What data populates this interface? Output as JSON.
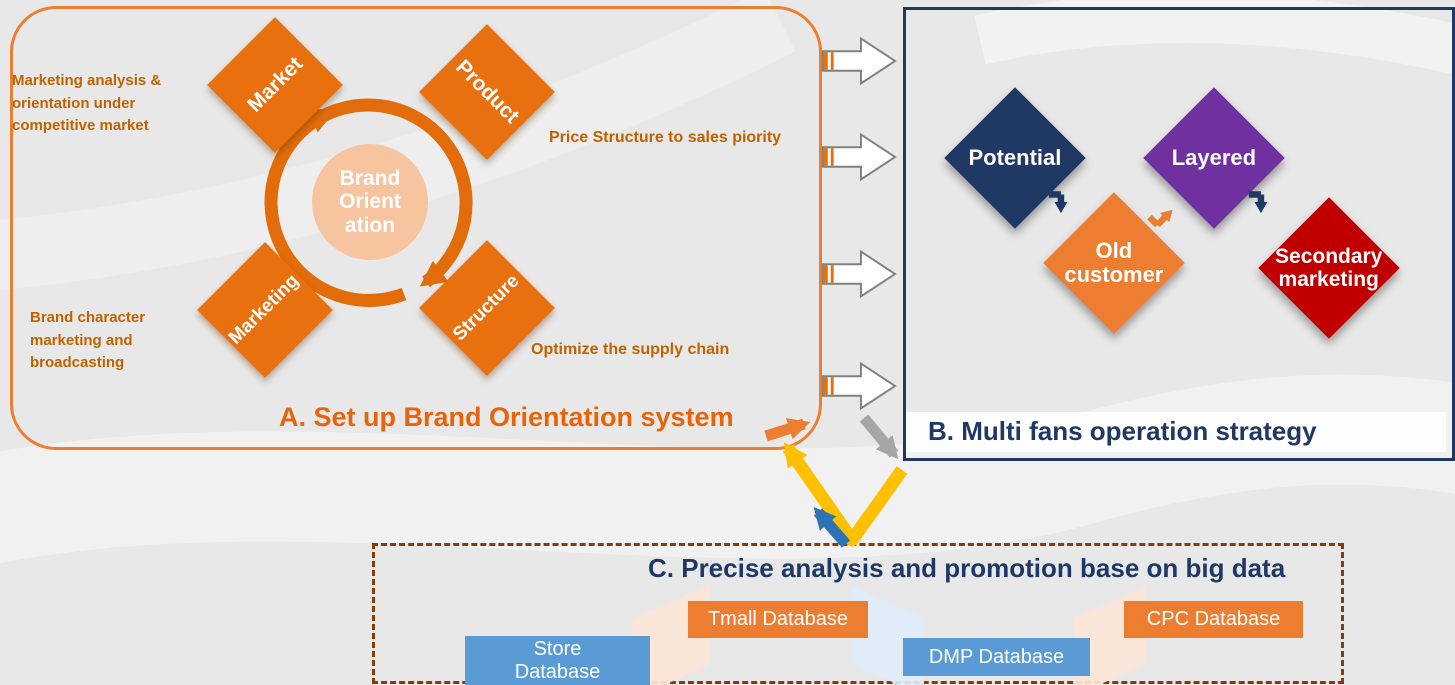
{
  "slide": {
    "section_a": {
      "title": "A. Set up Brand Orientation system",
      "center_circle": {
        "lines": [
          "Brand",
          "Orient",
          "ation"
        ]
      },
      "diamonds": [
        {
          "label": "Market"
        },
        {
          "label": "Product"
        },
        {
          "label": "Marketing"
        },
        {
          "label": "Structure"
        }
      ],
      "annotations": [
        "Marketing analysis & orientation under competitive market",
        "Price Structure to sales piority",
        "Brand character marketing and broadcasting",
        "Optimize the supply chain"
      ]
    },
    "section_b": {
      "title": "B. Multi fans operation strategy",
      "diamonds": [
        {
          "label": "Potential",
          "color": "#203864"
        },
        {
          "label": "Layered",
          "color": "#7030A0"
        },
        {
          "label": "Old customer",
          "color": "#ED7D31"
        },
        {
          "label": "Secondary marketing",
          "color": "#C00000"
        }
      ]
    },
    "section_c": {
      "title": "C. Precise analysis and promotion base on big data",
      "databases": [
        {
          "label": "Store Database",
          "color": "#5B9BD5"
        },
        {
          "label": "Tmall Database",
          "color": "#ED7D31"
        },
        {
          "label": "DMP Database",
          "color": "#5B9BD5"
        },
        {
          "label": "CPC Database",
          "color": "#ED7D31"
        }
      ]
    },
    "colors": {
      "section_a_border": "#ED7D31",
      "section_a_title": "#E8640A",
      "section_b_border": "#1F3864",
      "section_b_title": "#1F3864",
      "section_c_border": "#843C0C",
      "section_c_title": "#1F3864",
      "diamond_orange": "#E8700E",
      "annotation_text": "#BF6300",
      "center_circle_fill": "#F6C49E",
      "flow_arrow_fill": "#FFFFFF",
      "flow_arrow_stripe": "#E8700A"
    },
    "icons": {
      "flow_arrow": "white block arrow pointing right",
      "circular_arrows": "clockwise ring arrows around brand circle",
      "cycle_arrows": "triangular recycle arrows (orange, gray, gold, blue)",
      "corner_arrow": "bent corner arrow on diamonds"
    }
  }
}
